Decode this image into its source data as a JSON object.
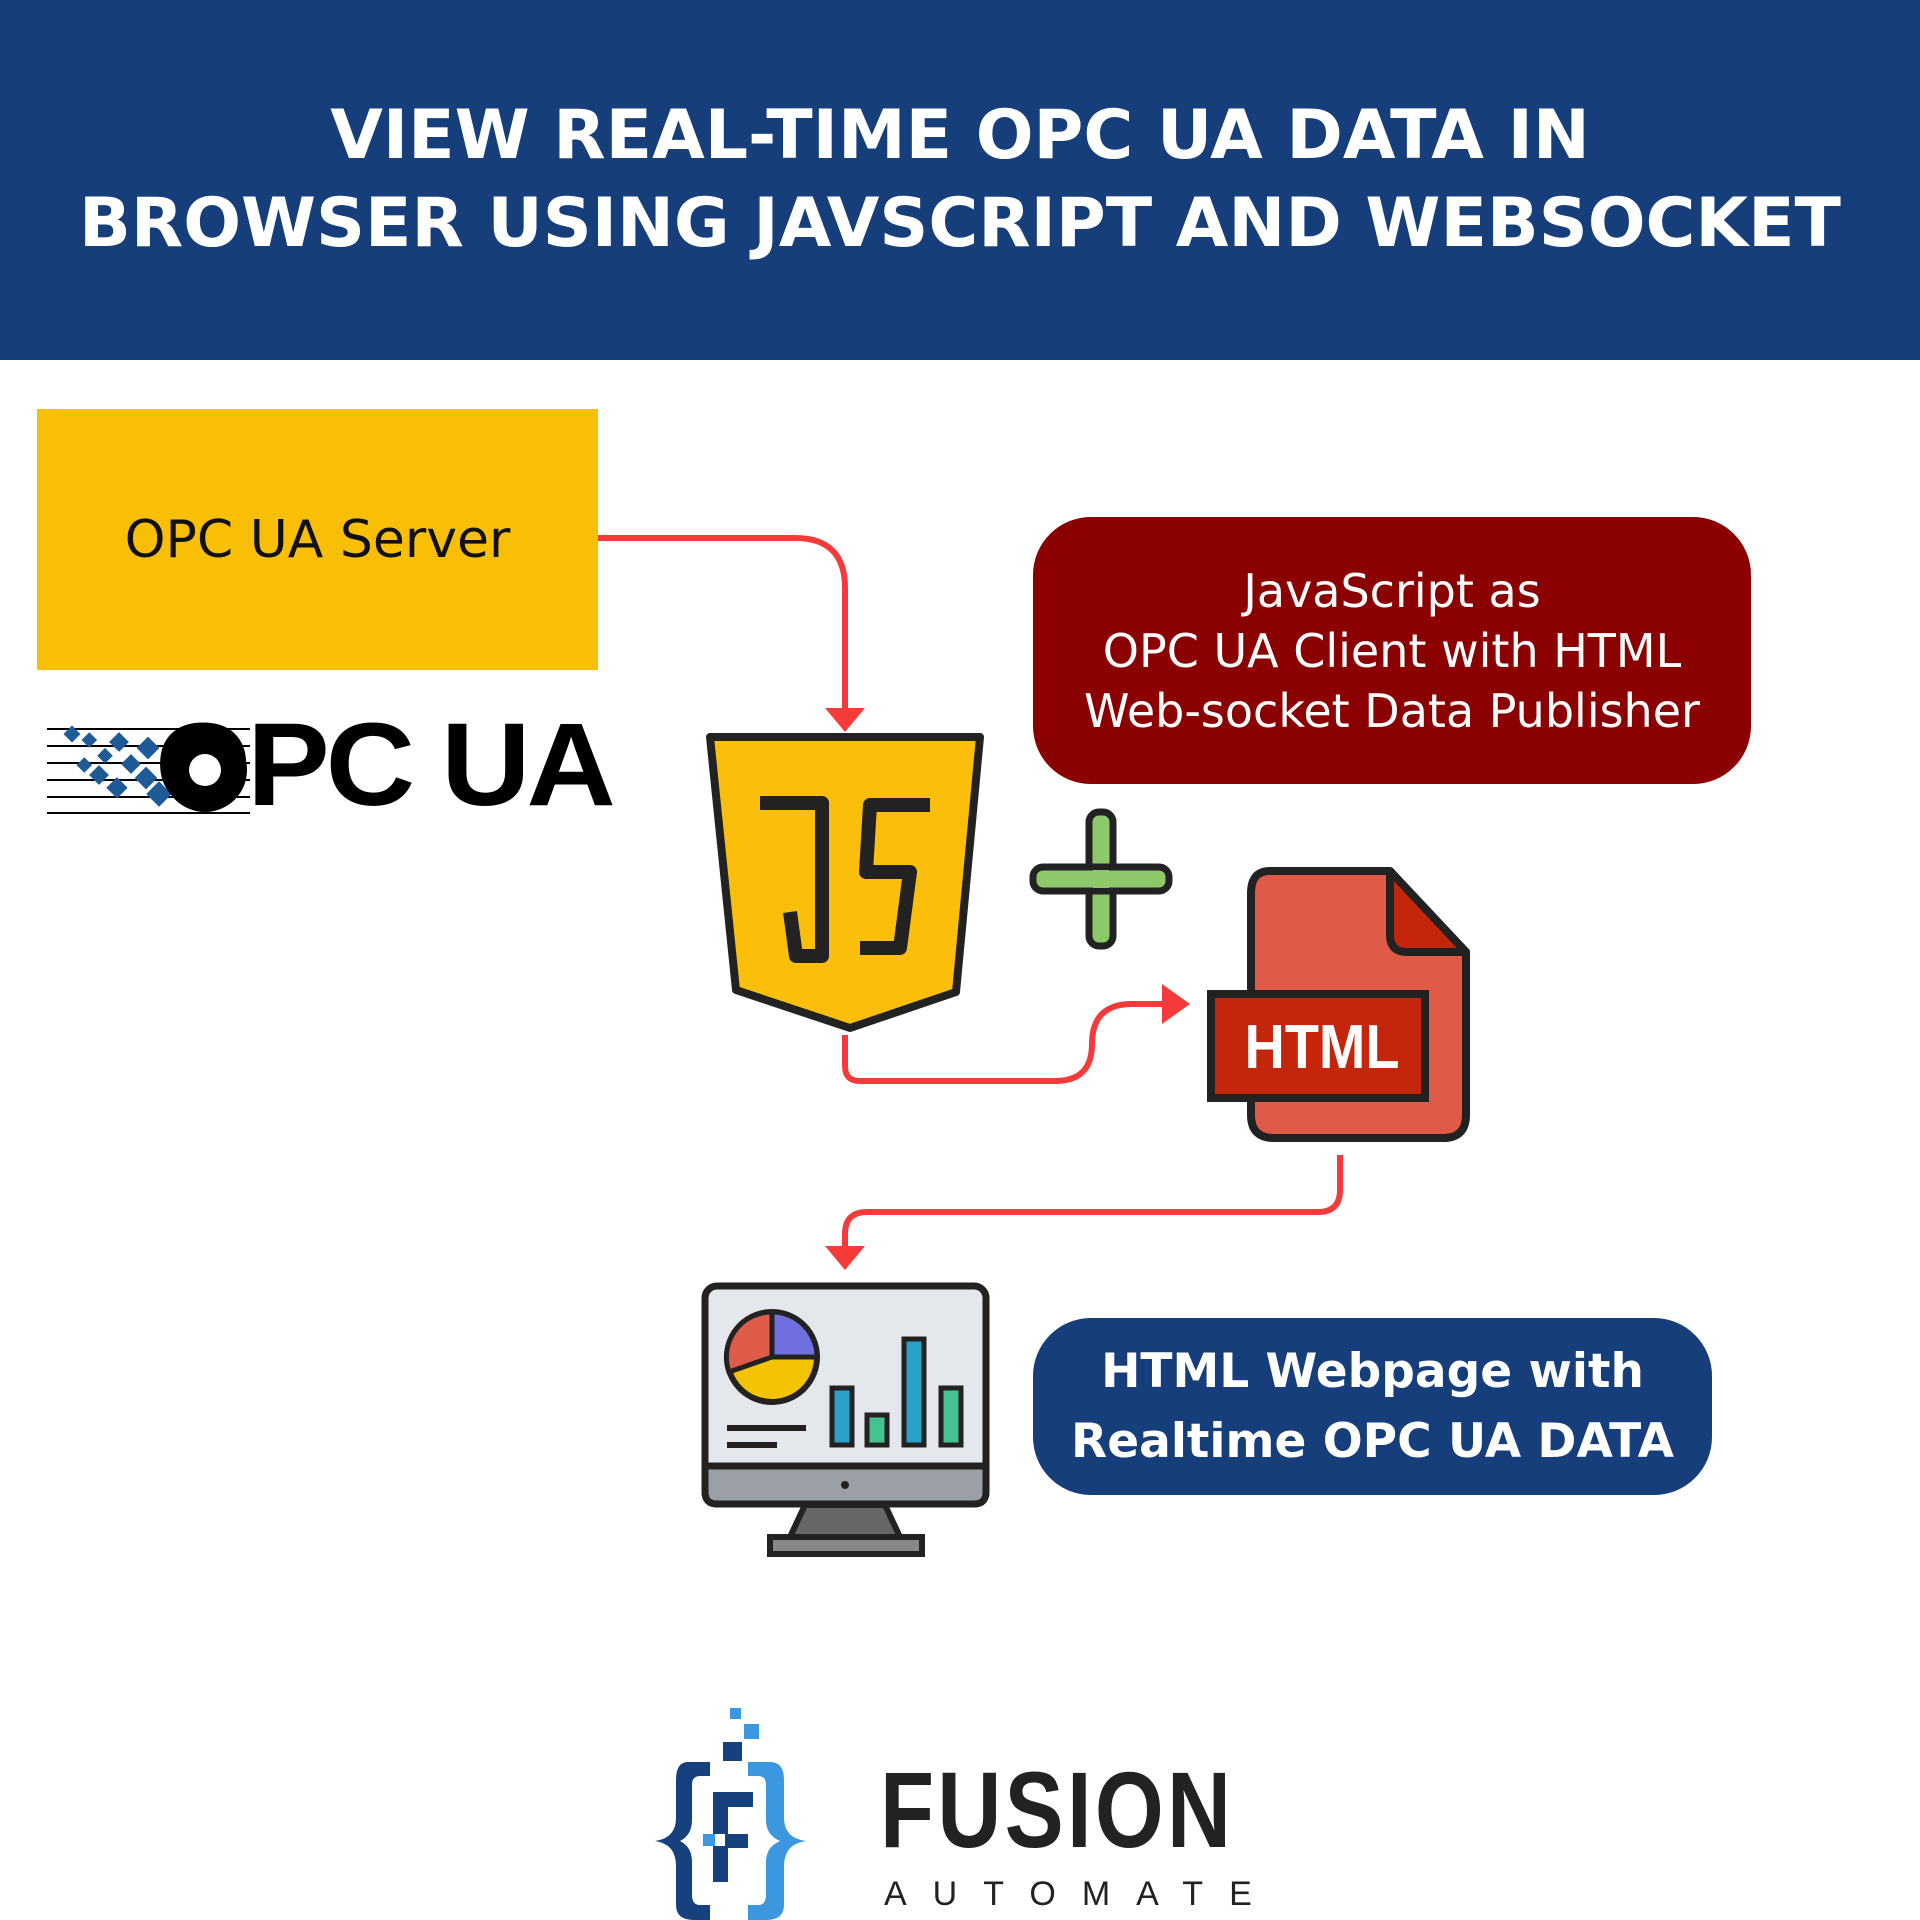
{
  "header": {
    "line1": "VIEW REAL-TIME OPC UA DATA IN",
    "line2": "BROWSER USING JAVSCRIPT AND WEBSOCKET"
  },
  "server_box": {
    "label": "OPC UA Server"
  },
  "opc_logo": {
    "text": "OPC UA"
  },
  "js_box": {
    "lines": [
      "JavaScript as",
      "OPC UA Client with HTML",
      "Web-socket Data Publisher"
    ]
  },
  "html_icon": {
    "label": "HTML"
  },
  "web_box": {
    "lines": [
      "HTML Webpage with",
      "Realtime OPC UA DATA"
    ]
  },
  "footer_logo": {
    "name": "FUSION",
    "sub": "AUTOMATE"
  },
  "colors": {
    "header": "#163e7a",
    "server": "#f9be06",
    "js_box": "#8b0000",
    "arrow": "#f53a3a",
    "plus": "#8dc96a"
  }
}
